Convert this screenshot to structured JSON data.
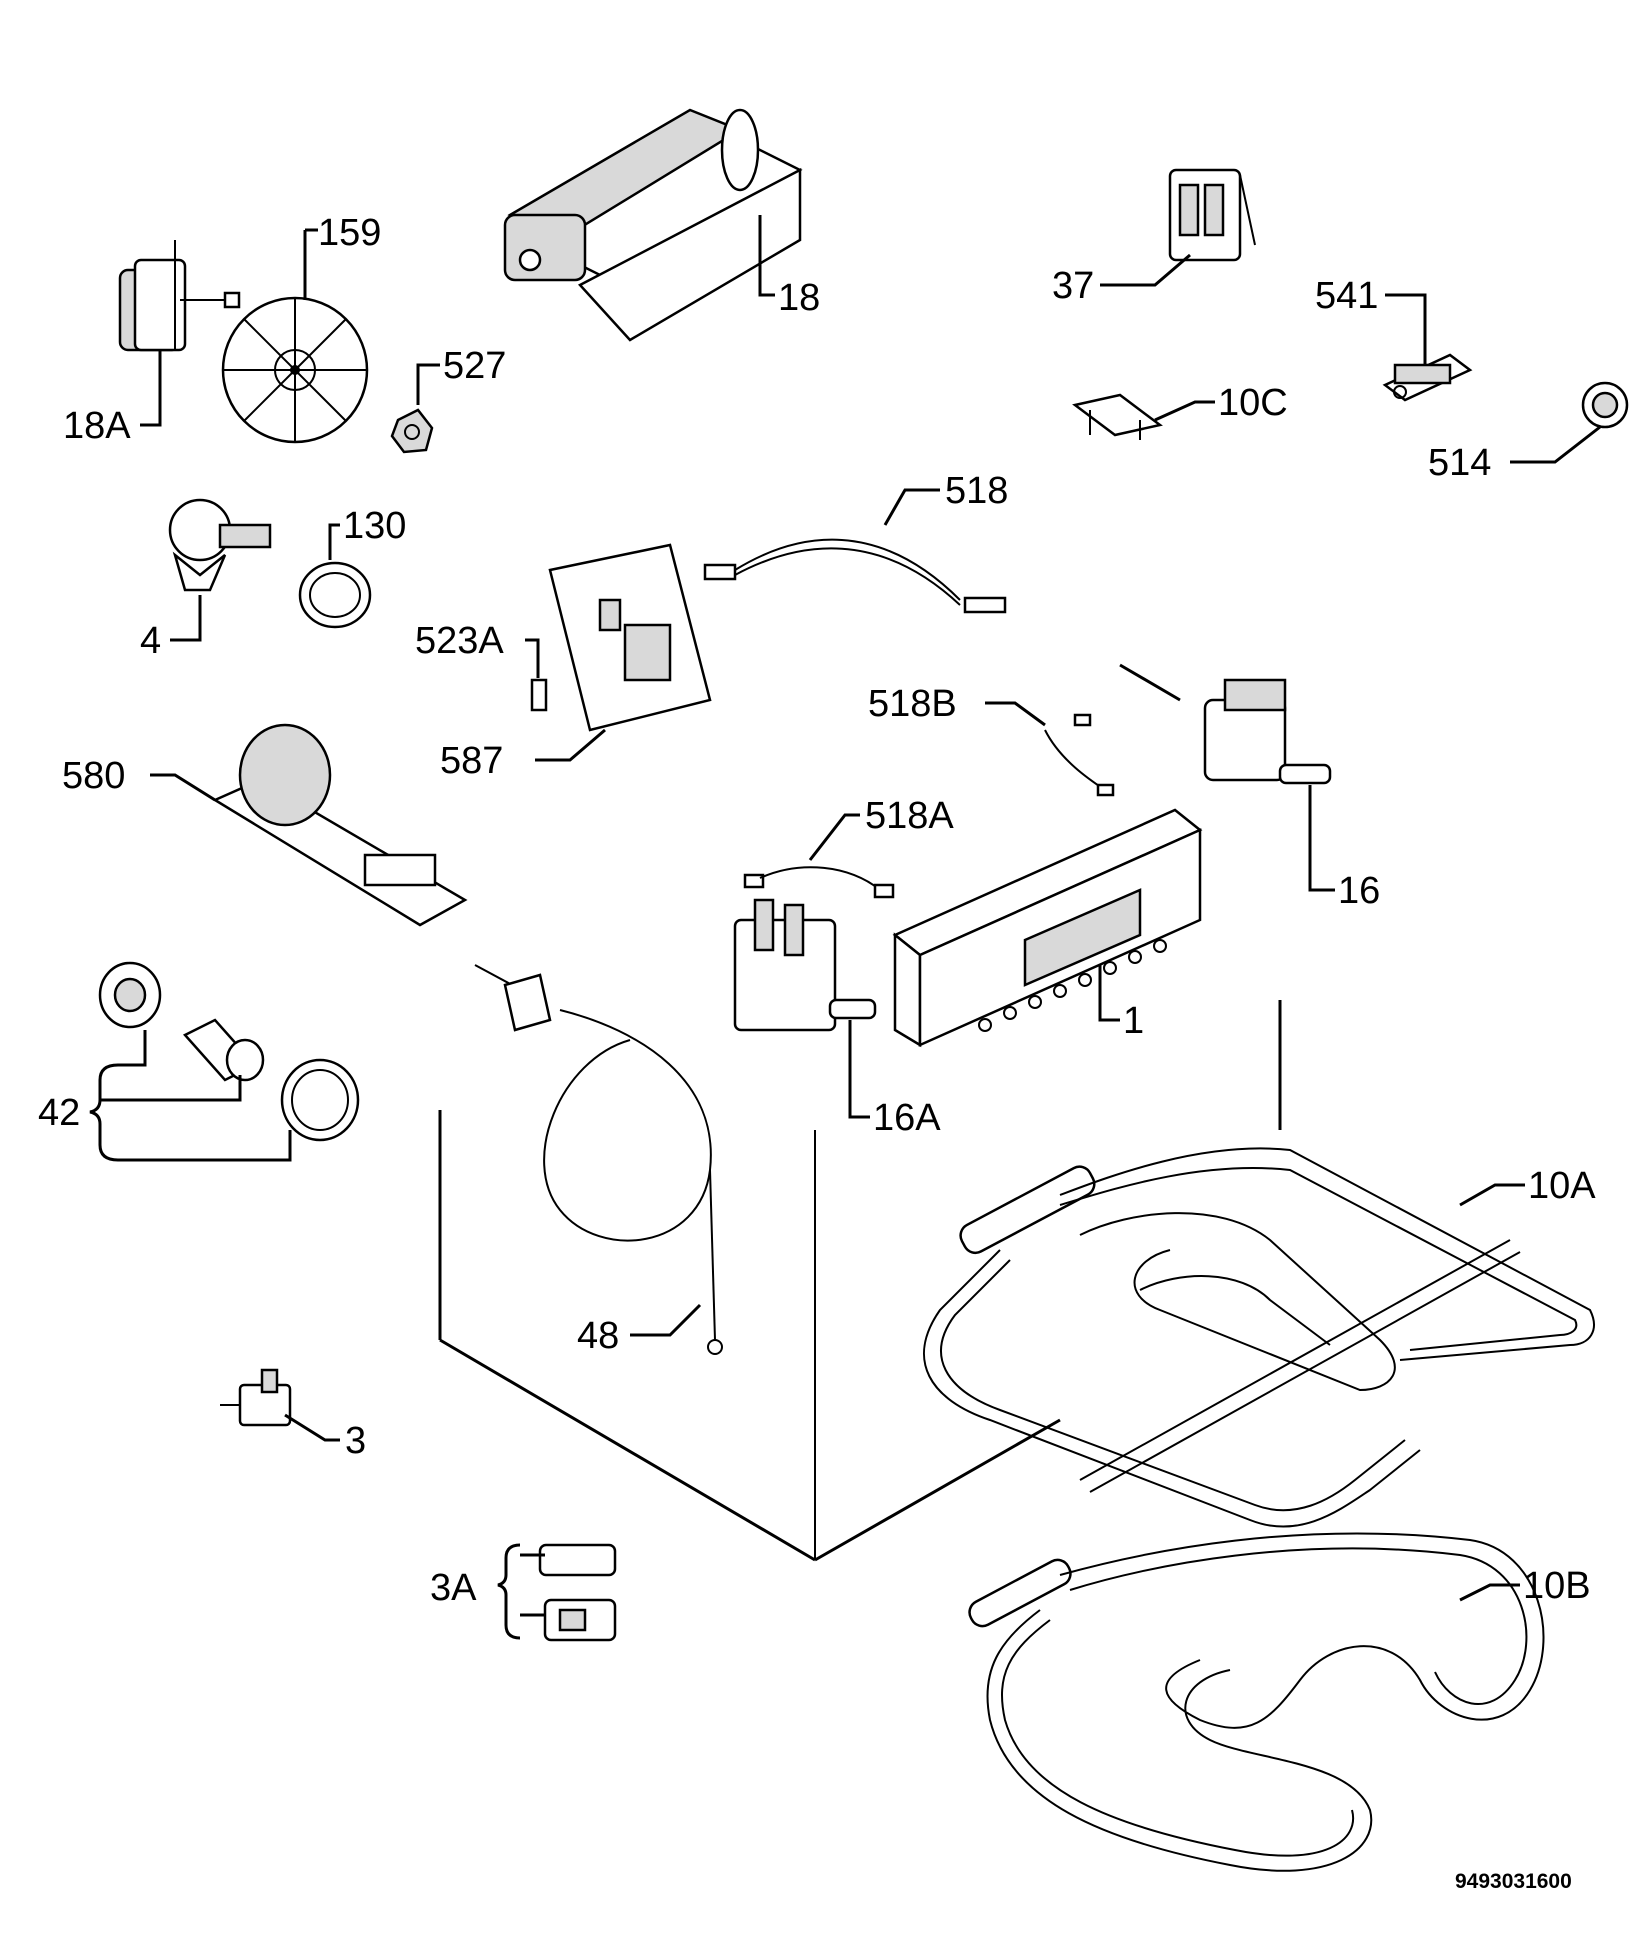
{
  "labels": {
    "l18a": "18A",
    "l159": "159",
    "l527": "527",
    "l18": "18",
    "l37": "37",
    "l541": "541",
    "l10c": "10C",
    "l514": "514",
    "l4": "4",
    "l130": "130",
    "l518": "518",
    "l523a": "523A",
    "l587": "587",
    "l518b": "518B",
    "l580": "580",
    "l518a": "518A",
    "l16": "16",
    "l1": "1",
    "l42": "42",
    "l16a": "16A",
    "l10a": "10A",
    "l48": "48",
    "l3": "3",
    "l3a": "3A",
    "l10b": "10B"
  },
  "document_number": "9493031600"
}
